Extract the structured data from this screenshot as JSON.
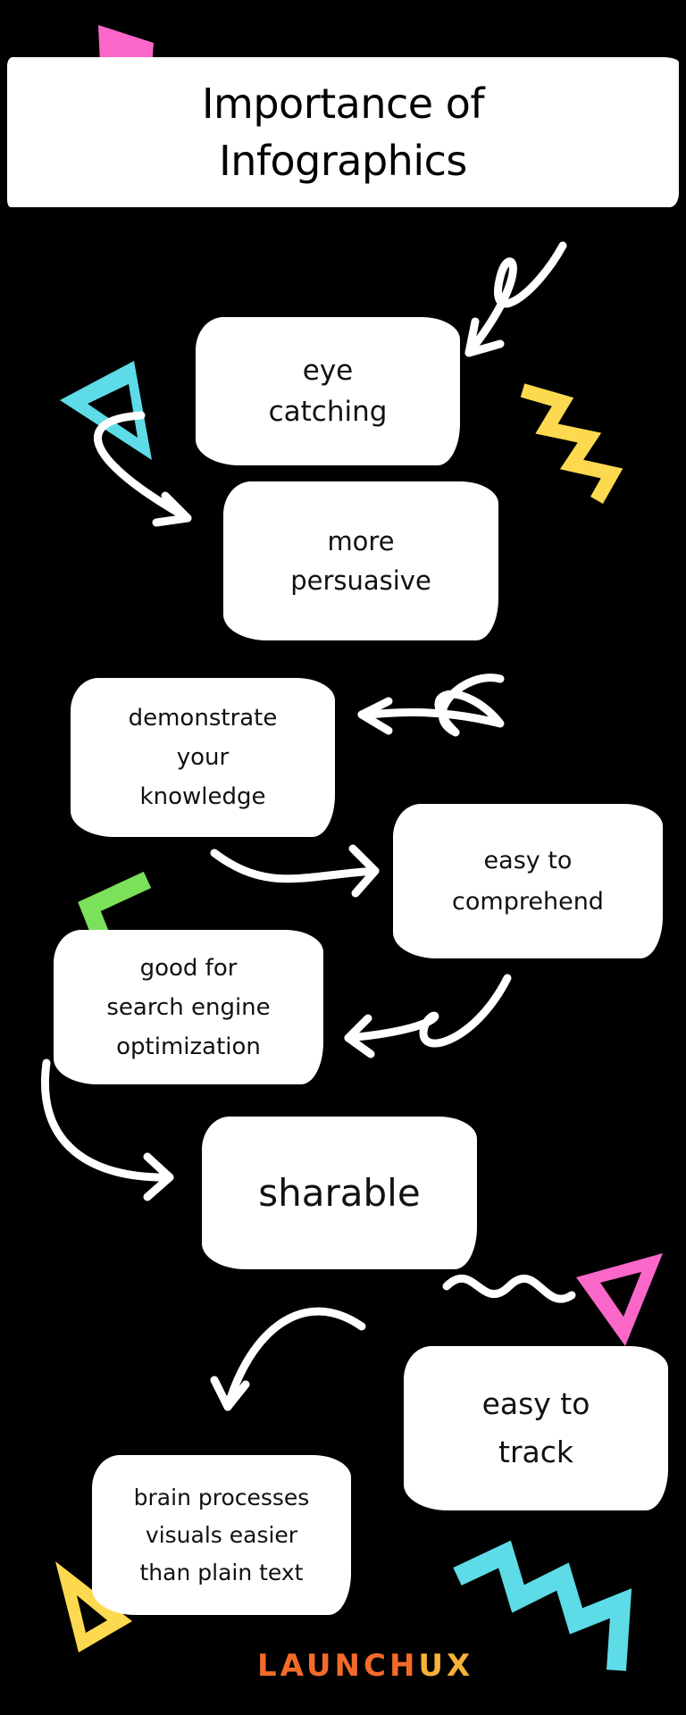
{
  "title": {
    "line1": "Importance of",
    "line2": "Infographics"
  },
  "steps": [
    {
      "lines": [
        "eye",
        "catching"
      ]
    },
    {
      "lines": [
        "more",
        "persuasive"
      ]
    },
    {
      "lines": [
        "demonstrate",
        "your",
        "knowledge"
      ]
    },
    {
      "lines": [
        "easy to",
        "comprehend"
      ]
    },
    {
      "lines": [
        "good for",
        "search engine",
        "optimization"
      ]
    },
    {
      "lines": [
        "sharable"
      ]
    },
    {
      "lines": [
        "easy to",
        "track"
      ]
    },
    {
      "lines": [
        "brain processes",
        "visuals easier",
        "than plain text"
      ]
    }
  ],
  "logo": {
    "part1": "LAUNCH",
    "part2": "UX"
  },
  "colors": {
    "background": "#000000",
    "cyan": "#5ddbe6",
    "yellow": "#fcd94e",
    "pink": "#fb67c9",
    "green": "#7be15a",
    "logo_orange": "#f26b2a",
    "logo_yellow": "#f7b23b"
  }
}
